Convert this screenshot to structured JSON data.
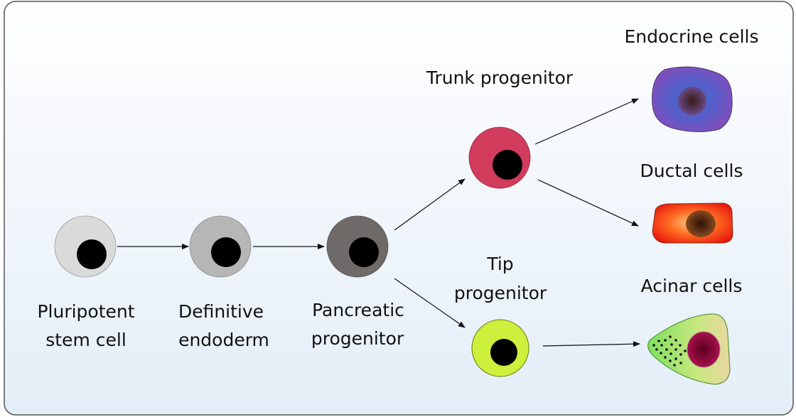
{
  "stages": {
    "stem": {
      "line1": "Pluripotent",
      "line2": "stem cell"
    },
    "endoderm": {
      "line1": "Definitive",
      "line2": "endoderm"
    },
    "pancreatic": {
      "line1": "Pancreatic",
      "line2": "progenitor"
    },
    "trunk": {
      "line1": "Trunk progenitor"
    },
    "tip": {
      "line1": "Tip",
      "line2": "progenitor"
    }
  },
  "outcomes": {
    "endocrine": "Endocrine cells",
    "ductal": "Ductal cells",
    "acinar": "Acinar cells"
  },
  "colors": {
    "stem": "#dadada",
    "endoderm": "#b6b6b6",
    "pancreatic": "#6e6a68",
    "trunk": "#d23c5c",
    "tip": "#ccf03c",
    "nucleus": "#000000",
    "background": "#eaf3fb"
  }
}
